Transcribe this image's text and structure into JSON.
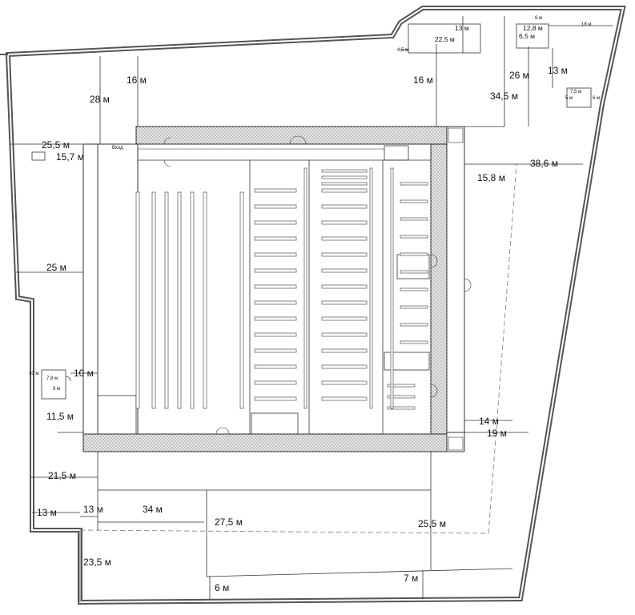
{
  "plan": {
    "dimensions": {
      "top_18": "18 м",
      "annex_13_top": "13 м",
      "annex_22_5": "22,5 м",
      "annex_4_5": "4,5 м",
      "box_12_8": "12,8 м",
      "box_6_5": "6,5 м",
      "box_6m_top": "6 м",
      "gap_16_left": "16 м",
      "gap_28": "28 м",
      "gap_16_right": "16 м",
      "gap_26": "26 м",
      "gap_13_right": "13 м",
      "gap_34_5": "34,5 м",
      "hut_7_5": "7,5 м",
      "hut_5": "5 м",
      "hut_6": "6 м",
      "left_25_5": "25,5 м",
      "left_15_7": "15,7 м",
      "left_25": "25 м",
      "right_15_8": "15,8 м",
      "right_38_6": "38,6 м",
      "kiosk_10_small": "10 м",
      "kiosk_7_8": "7,8 м",
      "kiosk_9": "9 м",
      "kiosk_10": "10 м",
      "kiosk_11_5": "11,5 м",
      "right_14": "14 м",
      "right_19": "19 м",
      "bottom_21_5": "21,5 м",
      "bottom_13_a": "13 м",
      "bottom_13_b": "13 м",
      "bottom_34": "34 м",
      "bottom_27_5": "27,5 м",
      "bottom_25_5": "25,5 м",
      "bottom_23_5": "23,5 м",
      "bottom_6": "6 м",
      "bottom_7": "7 м"
    },
    "entrance_label": "Вход"
  }
}
